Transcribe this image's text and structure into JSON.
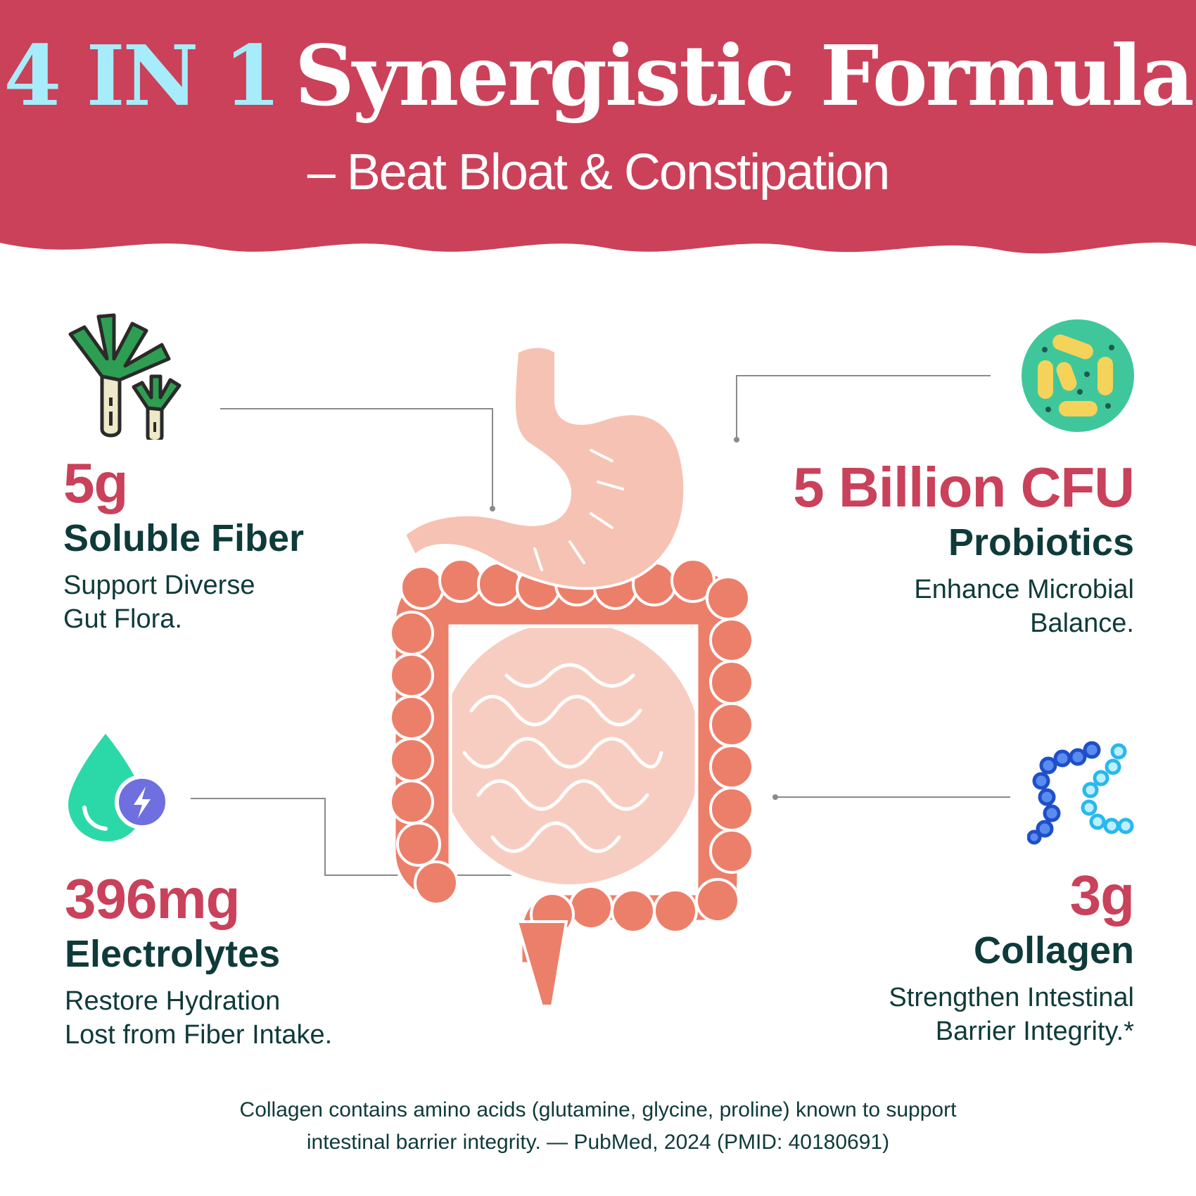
{
  "banner": {
    "title_accent": "4 IN 1",
    "title_main": "Synergistic Formula",
    "subtitle": "– Beat Bloat & Constipation",
    "background_color": "#cb4159",
    "accent_color": "#a7ecfa"
  },
  "ingredients": {
    "fiber": {
      "amount": "5g",
      "name": "Soluble Fiber",
      "desc_line1": "Support Diverse",
      "desc_line2": "Gut Flora.",
      "icon": "leek-icon"
    },
    "probiotics": {
      "amount": "5 Billion CFU",
      "name": "Probiotics",
      "desc_line1": "Enhance Microbial",
      "desc_line2": "Balance.",
      "icon": "bacteria-icon"
    },
    "electrolytes": {
      "amount": "396mg",
      "name": "Electrolytes",
      "desc_line1": "Restore Hydration",
      "desc_line2": "Lost from Fiber Intake.",
      "icon": "water-drop-bolt-icon"
    },
    "collagen": {
      "amount": "3g",
      "name": "Collagen",
      "desc_line1": "Strengthen Intestinal",
      "desc_line2": "Barrier Integrity.*",
      "icon": "collagen-chain-icon"
    }
  },
  "footnote": {
    "line1": "Collagen contains amino acids (glutamine, glycine, proline) known to support",
    "line2": "intestinal barrier integrity. — PubMed, 2024 (PMID: 40180691)"
  },
  "colors": {
    "amount": "#c9415a",
    "text_dark": "#0f3a3a",
    "stomach": "#f6c2b4",
    "colon": "#ec7f6a",
    "small_intestine": "#f8cdc1"
  }
}
